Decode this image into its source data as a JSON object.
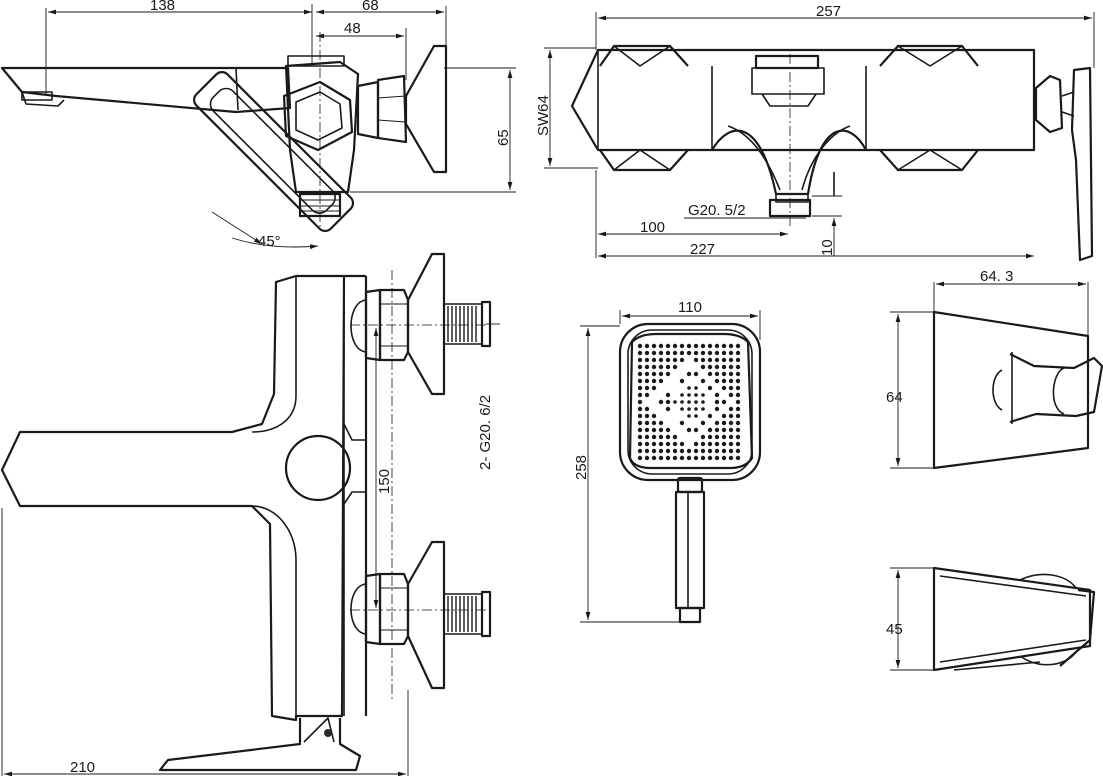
{
  "dimensions": {
    "d138": "138",
    "d68": "68",
    "d48": "48",
    "d65": "65",
    "d45deg": "45°",
    "d257": "257",
    "dsw64": "SW64",
    "dg20_52": "G20. 5/2",
    "d100": "100",
    "d227": "227",
    "d10": "10",
    "d2g20": "2- G20. 6/2",
    "d150": "150",
    "d210": "210",
    "d110": "110",
    "d258": "258",
    "d643": "64. 3",
    "d64": "64",
    "d45": "45"
  }
}
